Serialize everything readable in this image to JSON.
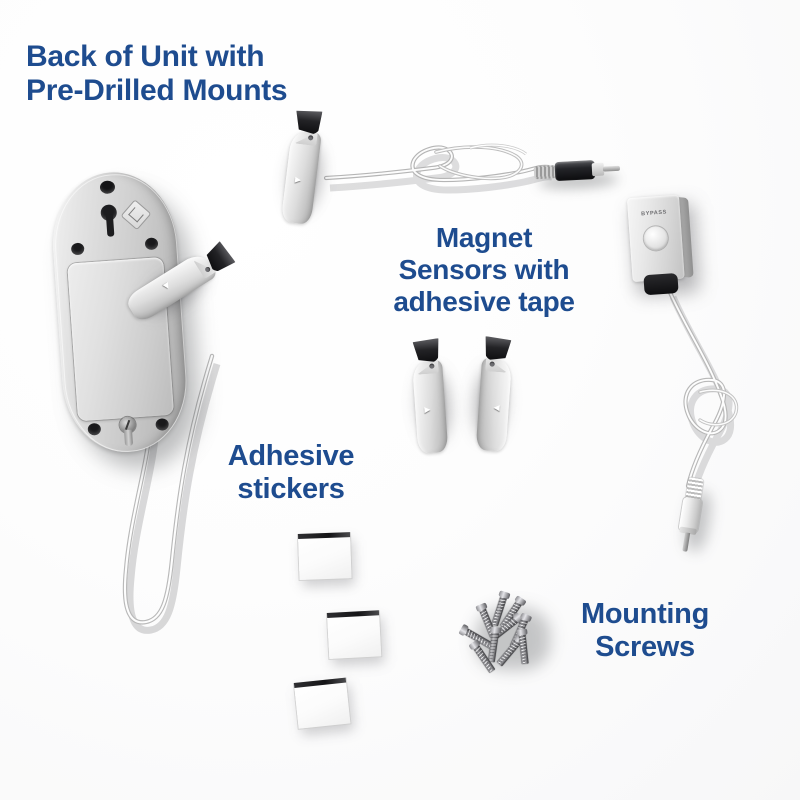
{
  "image": {
    "type": "product-parts-infographic",
    "background_color": "#ffffff",
    "accent_color": "#1e4c8f"
  },
  "labels": {
    "back_of_unit": "Back of Unit with\nPre-Drilled Mounts",
    "magnet_sensors": "Magnet\nSensors with\nadhesive tape",
    "adhesive_stickers": "Adhesive\nstickers",
    "mounting_screws": "Mounting\nScrews"
  },
  "parts": {
    "main_unit": {
      "name": "Back of unit housing",
      "badge_text": "",
      "features": [
        "keyhole-mount-slot",
        "pre-drilled-screw-holes",
        "battery-cover-plate",
        "brand-badge"
      ]
    },
    "bypass_box": {
      "name": "Bypass button module",
      "print_label": "BYPASS"
    },
    "magnet_sensors": {
      "count": 4,
      "arrow_glyph_right": "▸",
      "arrow_glyph_left": "▸"
    },
    "adhesive_stickers": {
      "count": 3
    },
    "mounting_screws": {
      "count": 10
    },
    "connectors": {
      "black_plug": "barrel plug",
      "white_plug": "barrel plug"
    }
  }
}
